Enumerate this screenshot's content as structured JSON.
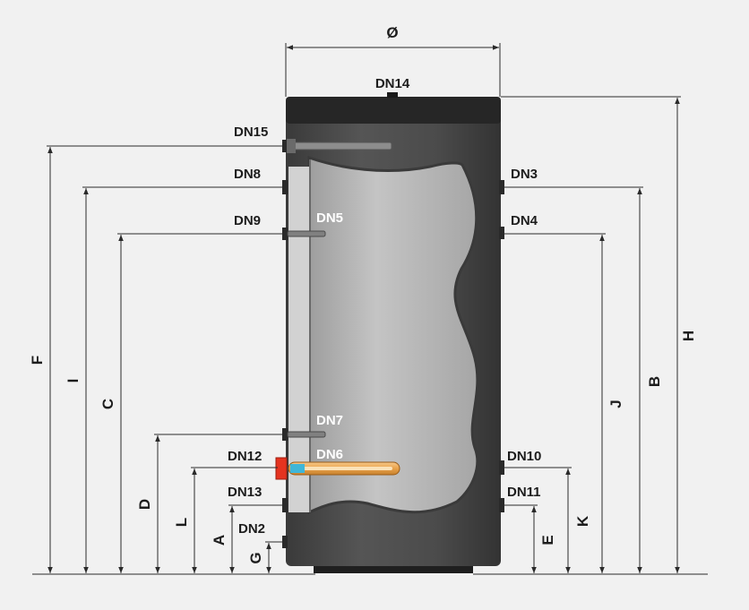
{
  "diagram": {
    "diameter_symbol": "Ø",
    "connections": {
      "dn14": "DN14",
      "dn15": "DN15",
      "dn8": "DN8",
      "dn9": "DN9",
      "dn5": "DN5",
      "dn3": "DN3",
      "dn4": "DN4",
      "dn7": "DN7",
      "dn12": "DN12",
      "dn6": "DN6",
      "dn13": "DN13",
      "dn2": "DN2",
      "dn10": "DN10",
      "dn11": "DN11"
    },
    "dimensions": {
      "F": "F",
      "I": "I",
      "C": "C",
      "D": "D",
      "L": "L",
      "A": "A",
      "G": "G",
      "J": "J",
      "B": "B",
      "H": "H",
      "K": "K",
      "E": "E"
    },
    "colors": {
      "tank_shell": "#4a4a4a",
      "tank_cap": "#262626",
      "tank_inner": "#b7b7b7",
      "heater_flange": "#e5331f",
      "heater_rod": "#f0b05a"
    }
  }
}
